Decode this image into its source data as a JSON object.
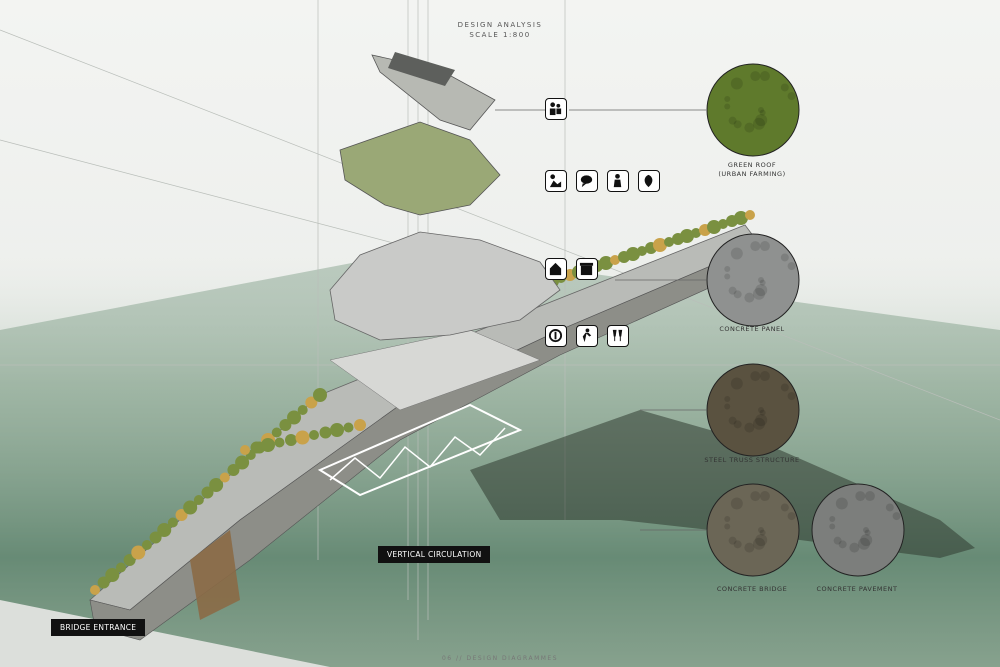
{
  "header": {
    "title": "DESIGN ANALYSIS",
    "scale": "SCALE 1:800"
  },
  "footer": {
    "text": "06 // DESIGN DIAGRAMMES"
  },
  "tags": {
    "vertical_circulation": "VERTICAL CIRCULATION",
    "bridge_entrance": "BRIDGE ENTRANCE"
  },
  "materials": [
    {
      "label": "GREEN ROOF",
      "sublabel": "(URBAN FARMING)",
      "color": "#5f7a2c"
    },
    {
      "label": "CONCRETE PANEL",
      "color": "#8f9190"
    },
    {
      "label": "STEEL TRUSS STRUCTURE",
      "color": "#5a5240"
    },
    {
      "label": "CONCRETE BRIDGE",
      "color": "#6b6656"
    },
    {
      "label": "CONCRETE PAVEMENT",
      "color": "#7c7e7c"
    }
  ],
  "icon_rows": [
    [
      "family-icon"
    ],
    [
      "gardening-icon",
      "chat-icon",
      "teacher-icon",
      "plant-care-icon"
    ],
    [
      "home-icon",
      "shop-icon"
    ],
    [
      "restaurant-icon",
      "walking-icon",
      "cheers-icon"
    ]
  ],
  "colors": {
    "fog": "#4f7a5c",
    "slab": "#c9cac8",
    "roof": "#9aa876",
    "tree": "#7a9040"
  }
}
